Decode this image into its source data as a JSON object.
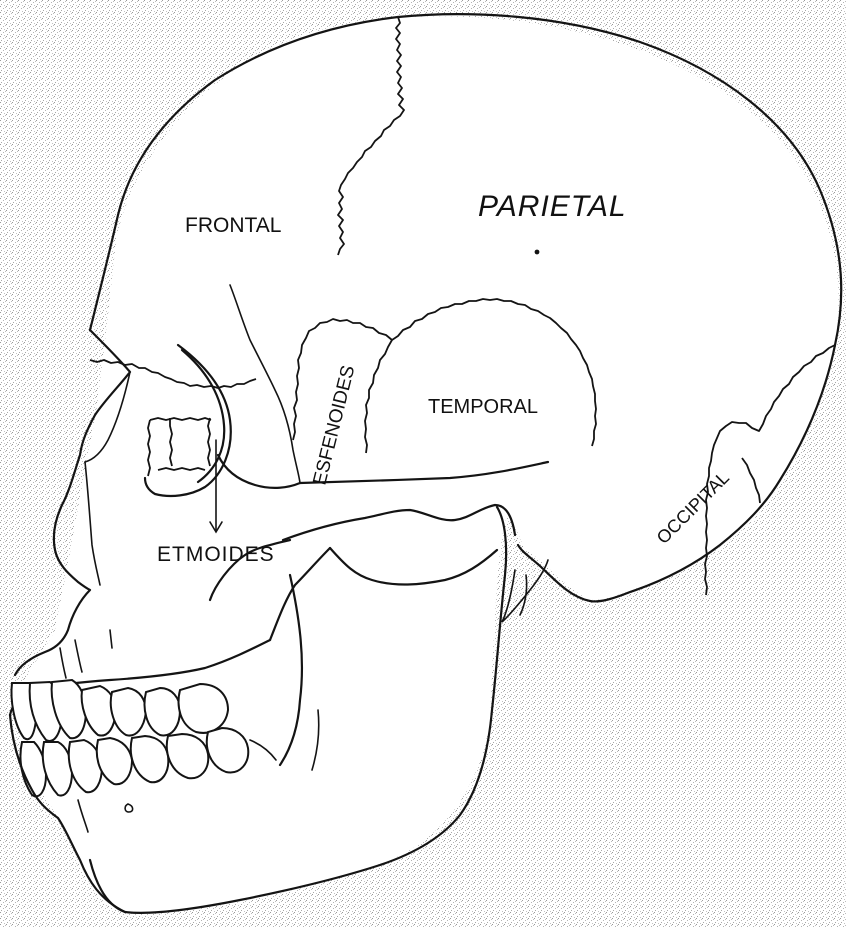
{
  "diagram": {
    "labels": {
      "frontal": "FRONTAL",
      "parietal": "PARIETAL",
      "temporal": "TEMPORAL",
      "esfenoides": "ESFENOIDES",
      "occipital": "OCCIPITAL",
      "etmoides": "ETMOIDES"
    }
  },
  "colors": {
    "line": "#141414",
    "paper": "#ffffff"
  }
}
